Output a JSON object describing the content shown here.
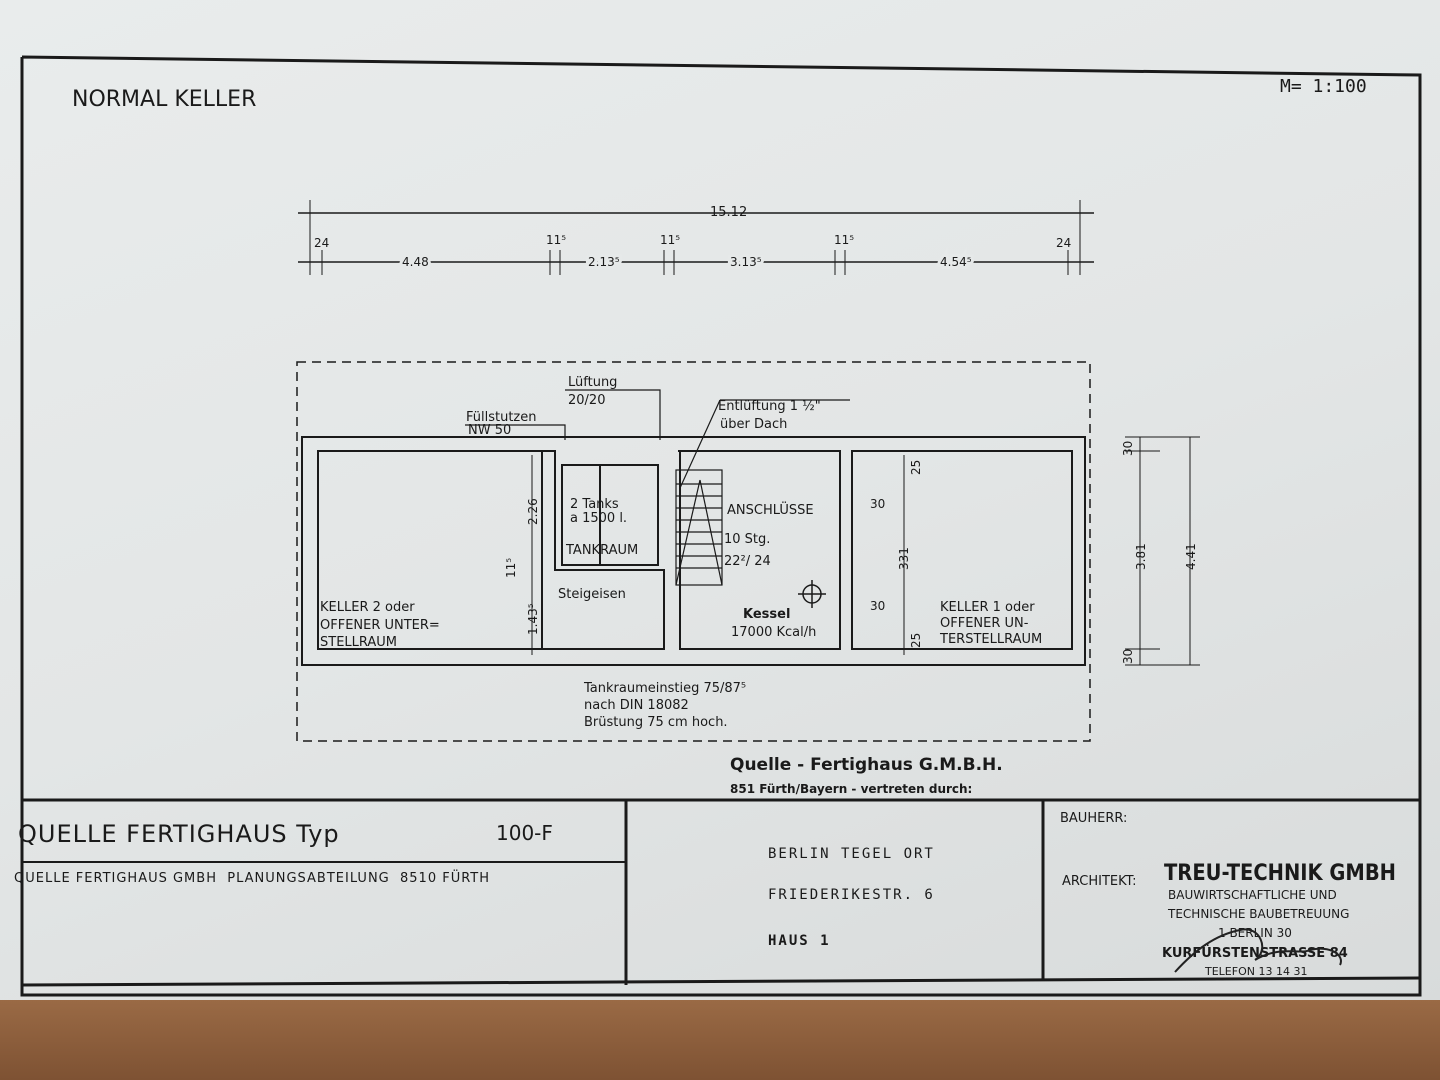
{
  "sheet": {
    "title": "NORMAL KELLER",
    "scale": "M= 1:100"
  },
  "dimensions_top": {
    "overall": "15.12",
    "segments": [
      "24",
      "4.48",
      "11⁵",
      "2.13⁵",
      "11⁵",
      "3.13⁵",
      "11⁵",
      "4.54⁵",
      "24"
    ]
  },
  "dimensions_right": [
    "30",
    "3.81",
    "4.41",
    "30"
  ],
  "dimensions_inner": [
    "2.26",
    "11⁵",
    "1.43⁵",
    "25",
    "331",
    "25",
    "30",
    "30"
  ],
  "labels": {
    "lueftung": "Lüftung",
    "lueftung_size": "20/20",
    "fuellstutzen": "Füllstutzen",
    "fuellstutzen_size": "NW 50",
    "entlueftung": "Entlüftung 1 ½\"",
    "entlueftung_2": "über Dach",
    "tanks": "2 Tanks",
    "tanks_2": "a 1500 l.",
    "tankraum": "TANKRAUM",
    "anschluesse": "ANSCHLÜSSE",
    "stairs": "10 Stg.",
    "stairs_2": "22²/ 24",
    "steigeisen": "Steigeisen",
    "kessel": "Kessel",
    "kessel_2": "17000 Kcal/h",
    "keller2": "KELLER 2 oder",
    "keller2_2": "OFFENER UNTER=",
    "keller2_3": "STELLRAUM",
    "keller1": "KELLER 1 oder",
    "keller1_2": "OFFENER UN-",
    "keller1_3": "TERSTELLRAUM",
    "note_1": "Tankraumeinstieg 75/87⁵",
    "note_2": "nach DIN 18082",
    "note_3": "Brüstung 75 cm hoch."
  },
  "stamp": {
    "line1": "Quelle - Fertighaus G.M.B.H.",
    "line2": "851 Fürth/Bayern - vertreten durch:"
  },
  "title_block": {
    "type_label": "QUELLE FERTIGHAUS Typ",
    "type_code": "100-F",
    "company": "QUELLE FERTIGHAUS GMBH  PLANUNGSABTEILUNG  8510 FÜRTH",
    "location": "BERLIN TEGEL ORT",
    "street": "FRIEDERIKESTR. 6",
    "house": "HAUS 1",
    "bauherr_label": "BAUHERR:",
    "architekt_label": "ARCHITEKT:",
    "architect_name": "TREU-TECHNIK GMBH",
    "architect_line2": "BAUWIRTSCHAFTLICHE UND",
    "architect_line3": "TECHNISCHE BAUBETREUUNG",
    "architect_line4": "1 BERLIN 30",
    "architect_line5": "KURFÜRSTENSTRASSE 84",
    "architect_line6": "TELEFON 13 14 31"
  }
}
